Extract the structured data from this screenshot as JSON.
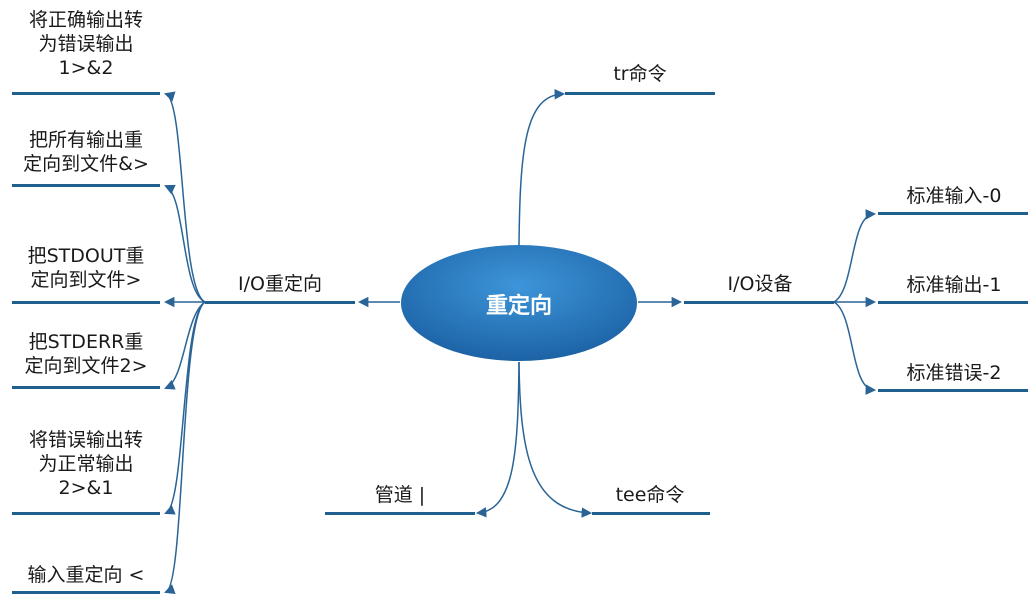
{
  "center": {
    "label": "重定向",
    "fill_top": "#2f86cf",
    "fill_bottom": "#1a62a6"
  },
  "colors": {
    "line": "#2a6496",
    "bar": "#1f5f8e"
  },
  "branches": {
    "tr": "tr命令",
    "io_device": "I/O设备",
    "io_redirect": "I/O重定向",
    "pipe": "管道 |",
    "tee": "tee命令"
  },
  "device_items": [
    "标准输入-0",
    "标准输出-1",
    "标准错误-2"
  ],
  "redirect_items": [
    [
      "将正确输出转",
      "为错误输出",
      "1>&2"
    ],
    [
      "把所有输出重",
      "定向到文件&>"
    ],
    [
      "把STDOUT重",
      "定向到文件>"
    ],
    [
      "把STDERR重",
      "定向到文件2>"
    ],
    [
      "将错误输出转",
      "为正常输出",
      "2>&1"
    ],
    [
      "输入重定向 <"
    ]
  ]
}
